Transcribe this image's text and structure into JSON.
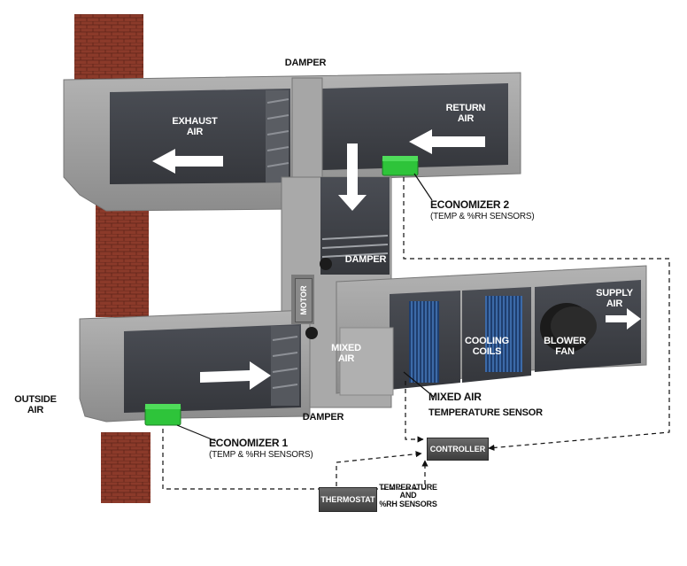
{
  "labels": {
    "damper_top": "DAMPER",
    "exhaust_air": [
      "EXHAUST",
      "AIR"
    ],
    "return_air": [
      "RETURN",
      "AIR"
    ],
    "economizer2": {
      "title": "ECONOMIZER 2",
      "sub": "(TEMP & %RH SENSORS)"
    },
    "damper_mid": "DAMPER",
    "motor": "MOTOR",
    "supply_air": [
      "SUPPLY",
      "AIR"
    ],
    "mixed_air": [
      "MIXED",
      "AIR"
    ],
    "cooling_coils": [
      "COOLING",
      "COILS"
    ],
    "blower_fan": [
      "BLOWER",
      "FAN"
    ],
    "outside_air": [
      "OUTSIDE",
      "AIR"
    ],
    "damper_bottom": "DAMPER",
    "mixed_air_sensor": [
      "MIXED AIR",
      "TEMPERATURE SENSOR"
    ],
    "economizer1": {
      "title": "ECONOMIZER 1",
      "sub": "(TEMP & %RH SENSORS)"
    },
    "controller": "CONTROLLER",
    "thermostat": "THERMOSTAT",
    "temp_rh": [
      "TEMPERATURE",
      "AND",
      "%RH SENSORS"
    ]
  },
  "colors": {
    "concrete": "#9a9a9a",
    "duct_interior": "#3f4147",
    "brick": "#8b3a2a",
    "sensor_green": "#2ec43a",
    "coil_blue": "#2a4f86",
    "arrow": "#ffffff"
  }
}
